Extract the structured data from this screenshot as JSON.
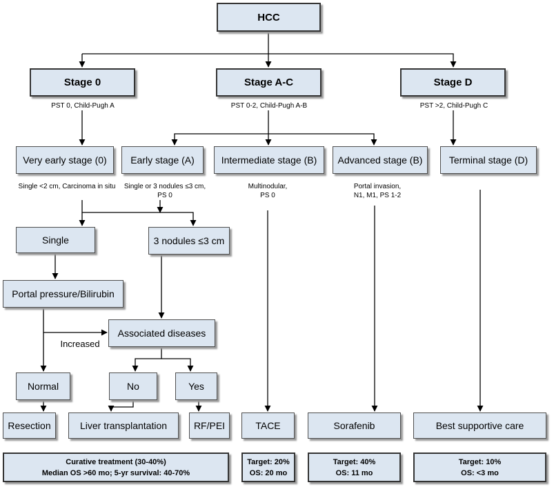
{
  "root": "HCC",
  "stages": {
    "s0": {
      "title": "Stage 0",
      "criteria": "PST 0, Child-Pugh A"
    },
    "sac": {
      "title": "Stage A-C",
      "criteria": "PST 0-2, Child-Pugh A-B"
    },
    "sd": {
      "title": "Stage D",
      "criteria": "PST >2, Child-Pugh C"
    }
  },
  "substages": {
    "very_early": {
      "title": "Very early stage (0)",
      "criteria": "Single <2 cm, Carcinoma in situ"
    },
    "early": {
      "title": "Early stage (A)",
      "criteria_line1": "Single or 3 nodules ≤3 cm,",
      "criteria_line2": "PS 0"
    },
    "intermediate": {
      "title": "Intermediate stage (B)",
      "criteria_line1": "Multinodular,",
      "criteria_line2": "PS 0"
    },
    "advanced": {
      "title": "Advanced stage (B)",
      "criteria_line1": "Portal invasion,",
      "criteria_line2": "N1, M1, PS 1-2"
    },
    "terminal": {
      "title": "Terminal stage (D)"
    }
  },
  "decisions": {
    "single": "Single",
    "three_nodules": "3 nodules ≤3 cm",
    "portal_pressure": "Portal pressure/Bilirubin",
    "associated": "Associated diseases",
    "increased": "Increased",
    "normal": "Normal",
    "no": "No",
    "yes": "Yes"
  },
  "treatments": {
    "resection": "Resection",
    "liver_transplant": "Liver transplantation",
    "rf_pei": "RF/PEI",
    "tace": "TACE",
    "sorafenib": "Sorafenib",
    "bsc": "Best supportive care"
  },
  "outcomes": {
    "curative": {
      "line1": "Curative treatment (30-40%)",
      "line2": "Median OS >60 mo; 5-yr survival: 40-70%"
    },
    "tace": {
      "line1": "Target: 20%",
      "line2": "OS: 20 mo"
    },
    "sorafenib": {
      "line1": "Target: 40%",
      "line2": "OS: 11 mo"
    },
    "bsc": {
      "line1": "Target: 10%",
      "line2": "OS: <3 mo"
    }
  },
  "colors": {
    "box_fill": "#dce6f1",
    "border": "#333333",
    "connector": "#000000"
  }
}
